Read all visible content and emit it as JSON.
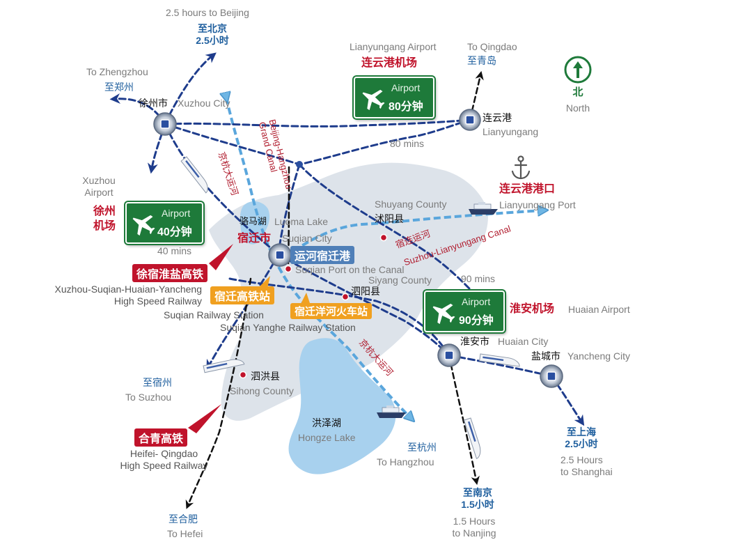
{
  "north": {
    "label_cn": "北",
    "label_en": "North"
  },
  "cities": {
    "xuzhou": {
      "cn": "徐州市",
      "en": "Xuzhou City"
    },
    "suqian": {
      "cn": "宿迁市",
      "en": "Suqian City"
    },
    "lianyungang": {
      "cn": "连云港",
      "en": "Lianyungang"
    },
    "huaian": {
      "cn": "淮安市",
      "en": "Huaian City"
    },
    "yancheng": {
      "cn": "盐城市",
      "en": "Yancheng City"
    }
  },
  "counties": {
    "shuyang": {
      "cn": "沭阳县",
      "en": "Shuyang County"
    },
    "siyang": {
      "cn": "泗阳县",
      "en": "Siyang County"
    },
    "sihong": {
      "cn": "泗洪县",
      "en": "Sihong County"
    }
  },
  "lakes": {
    "luoma": {
      "cn": "骆马湖",
      "en": "Luoma Lake"
    },
    "hongze": {
      "cn": "洪泽湖",
      "en": "Hongze Lake"
    }
  },
  "airports": {
    "lianyungang": {
      "cn": "连云港机场",
      "en": "Lianyungang Airport",
      "sign_label": "Airport",
      "time": "80分钟",
      "time_en": "80 mins"
    },
    "xuzhou": {
      "cn": "徐州\n机场",
      "en": "Xuzhou\nAirport",
      "sign_label": "Airport",
      "time": "40分钟",
      "time_en": "40 mins"
    },
    "huaian": {
      "cn": "淮安机场",
      "en": "Huaian Airport",
      "sign_label": "Airport",
      "time": "90分钟",
      "time_en": "90 mins"
    }
  },
  "port": {
    "cn": "连云港港口",
    "en": "Lianyungang Port"
  },
  "canal_port": {
    "cn": "运河宿迁港",
    "en": "Suqian Port on the Canal"
  },
  "canals": {
    "grand_canal_cn": "京杭大运河",
    "grand_canal_en": "Beijing-Hangzhou\nGrand Canal",
    "grand_canal_south_cn": "京杭大运河",
    "suzhou_lianyungang_cn": "宿连运河",
    "suzhou_lianyungang_en": "Suzhou-Lianyungang Canal"
  },
  "railways": {
    "xsh": {
      "cn": "徐宿淮盐高铁",
      "en": "Xuzhou-Suqian-Huaian-Yancheng\nHigh Speed Railway"
    },
    "hq": {
      "cn": "合青高铁",
      "en": "Heifei- Qingdao\nHigh Speed Railway"
    }
  },
  "stations": {
    "suqian": {
      "cn": "宿迁高铁站",
      "en": "Suqian Railway Station"
    },
    "yanghe": {
      "cn": "宿迁洋河火车站",
      "en": "Suqian Yanghe Railway Station"
    }
  },
  "destinations": {
    "beijing": {
      "en": "2.5 hours to Beijing",
      "cn": "至北京\n2.5小时"
    },
    "zhengzhou": {
      "en": "To Zhengzhou",
      "cn": "至郑州"
    },
    "qingdao": {
      "en": "To Qingdao",
      "cn": "至青岛"
    },
    "suzhou": {
      "cn": "至宿州",
      "en": "To Suzhou"
    },
    "hefei": {
      "cn": "至合肥",
      "en": "To Hefei"
    },
    "hangzhou": {
      "cn": "至杭州",
      "en": "To Hangzhou"
    },
    "nanjing": {
      "cn": "至南京\n1.5小时",
      "en": "1.5 Hours\nto Nanjing"
    },
    "shanghai": {
      "cn": "至上海\n2.5小时",
      "en": "2.5 Hours\nto Shanghai"
    }
  },
  "colors": {
    "road": "#1e3c8c",
    "canal": "#5aa6dc",
    "region": "#dde3ea",
    "lake": "#a8d1ee",
    "sign": "#1e7a3a",
    "red": "#c0132b",
    "orange": "#f0a020"
  }
}
